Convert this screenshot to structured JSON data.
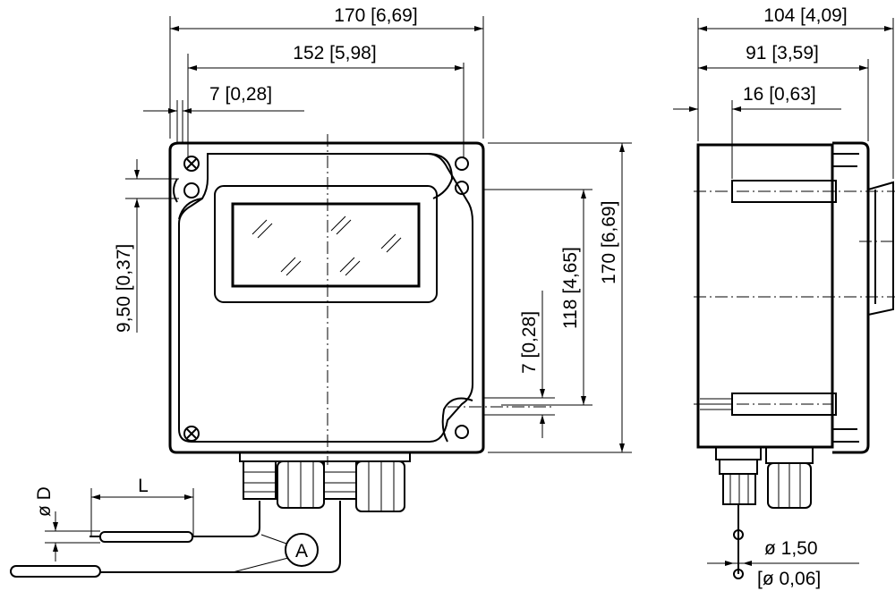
{
  "front_view": {
    "dimensions": {
      "overall_width": "170 [6,69]",
      "hole_spacing_width": "152 [5,98]",
      "edge_offset_width": "7 [0,28]",
      "slot_depth": "9,50 [0,37]",
      "slot_offset_height": "7 [0,28]",
      "hole_spacing_height": "118 [4,65]",
      "overall_height": "170 [6,69]",
      "probe_length": "L",
      "probe_diameter": "ø D"
    },
    "callout": "A"
  },
  "side_view": {
    "dimensions": {
      "overall_depth": "104 [4,09]",
      "housing_depth": "91 [3,59]",
      "lid_depth": "16 [0,63]",
      "wire_diameter": "ø 1,50",
      "wire_diameter_inch": "[ø 0,06]"
    }
  }
}
